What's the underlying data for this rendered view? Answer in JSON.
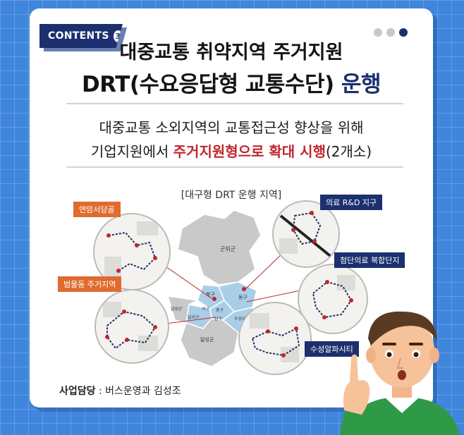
{
  "badge": {
    "label": "CONTENTS",
    "number": "3"
  },
  "title": {
    "line1": "대중교통 취약지역 주거지원",
    "line2_a": "DRT(수요응답형 교통수단) ",
    "line2_b": "운행"
  },
  "subtitle": {
    "line1": "대중교통 소외지역의 교통접근성 향상을 위해",
    "line2_a": "기업지원에서 ",
    "line2_b": "주거지원형으로 확대 시행",
    "line2_c": "(2개소)"
  },
  "map": {
    "caption": "[대구형 DRT 운행 지역]",
    "regions": [
      "군위군",
      "동구",
      "북구",
      "서구",
      "중구",
      "남구",
      "달서구",
      "수성구",
      "달성군",
      "달성군"
    ]
  },
  "callouts": {
    "yeonam": "연암서당골",
    "beommul": "범물동 주거지역",
    "medical_rd": "의료 R&D 지구",
    "medical_complex": "첨단의료 복합단지",
    "suseong_alpha": "수성알파시티"
  },
  "footer": {
    "label": "사업담당",
    "value": " : 버스운영과 김성조"
  },
  "colors": {
    "navy": "#1c2f6e",
    "red": "#c0262e",
    "orange": "#e06b2d",
    "background": "#3f86dc"
  }
}
